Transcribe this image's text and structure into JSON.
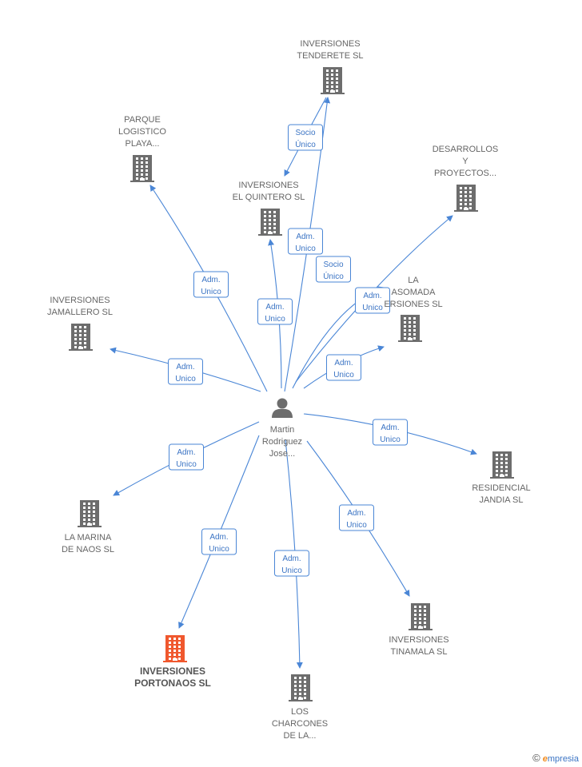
{
  "colors": {
    "edge": "#4a86d6",
    "building": "#6d6d6d",
    "focus_building": "#f0582e",
    "badge_text": "#3b74c4"
  },
  "center": {
    "lines": [
      "Martin",
      "Rodriguez",
      "Jose..."
    ],
    "icon": "person-icon"
  },
  "nodes": [
    {
      "id": "tenderete",
      "lines": [
        "INVERSIONES",
        "TENDERETE SL"
      ],
      "icon": "building-icon"
    },
    {
      "id": "parque",
      "lines": [
        "PARQUE",
        "LOGISTICO",
        "PLAYA..."
      ],
      "icon": "building-icon"
    },
    {
      "id": "desarrollos",
      "lines": [
        "DESARROLLOS",
        "Y",
        "PROYECTOS..."
      ],
      "icon": "building-icon"
    },
    {
      "id": "quintero",
      "lines": [
        "INVERSIONES",
        "EL QUINTERO SL"
      ],
      "icon": "building-icon"
    },
    {
      "id": "asomada",
      "lines": [
        "LA",
        "ASOMADA",
        "ERSIONES SL"
      ],
      "icon": "building-icon"
    },
    {
      "id": "jamallero",
      "lines": [
        "INVERSIONES",
        "JAMALLERO SL"
      ],
      "icon": "building-icon"
    },
    {
      "id": "jandia",
      "lines": [
        "RESIDENCIAL",
        "JANDIA SL"
      ],
      "icon": "building-icon"
    },
    {
      "id": "marina",
      "lines": [
        "LA MARINA",
        "DE NAOS SL"
      ],
      "icon": "building-icon"
    },
    {
      "id": "tinamala",
      "lines": [
        "INVERSIONES",
        "TINAMALA SL"
      ],
      "icon": "building-icon"
    },
    {
      "id": "portonaos",
      "lines": [
        "INVERSIONES",
        "PORTONAOS SL"
      ],
      "icon": "building-icon",
      "focus": true
    },
    {
      "id": "charcones",
      "lines": [
        "LOS",
        "CHARCONES",
        "DE LA..."
      ],
      "icon": "building-icon"
    }
  ],
  "edges": [
    {
      "to": "tenderete",
      "lines": [
        "Adm.",
        "Unico"
      ]
    },
    {
      "to": "quintero",
      "lines": [
        "Socio",
        "Único"
      ]
    },
    {
      "to": "parque",
      "lines": [
        "Adm.",
        "Unico"
      ]
    },
    {
      "to": "quintero",
      "lines": [
        "Adm.",
        "Unico"
      ]
    },
    {
      "to": "asomada",
      "lines": [
        "Socio",
        "Único"
      ]
    },
    {
      "to": "desarrollos",
      "lines": [
        "Adm.",
        "Unico"
      ]
    },
    {
      "to": "jamallero",
      "lines": [
        "Adm.",
        "Unico"
      ]
    },
    {
      "to": "asomada",
      "lines": [
        "Adm.",
        "Unico"
      ]
    },
    {
      "to": "jandia",
      "lines": [
        "Adm.",
        "Unico"
      ]
    },
    {
      "to": "marina",
      "lines": [
        "Adm.",
        "Unico"
      ]
    },
    {
      "to": "tinamala",
      "lines": [
        "Adm.",
        "Unico"
      ]
    },
    {
      "to": "portonaos",
      "lines": [
        "Adm.",
        "Unico"
      ]
    },
    {
      "to": "charcones",
      "lines": [
        "Adm.",
        "Unico"
      ]
    }
  ],
  "brand": {
    "copyright": "©",
    "initial": "e",
    "rest": "mpresia"
  }
}
